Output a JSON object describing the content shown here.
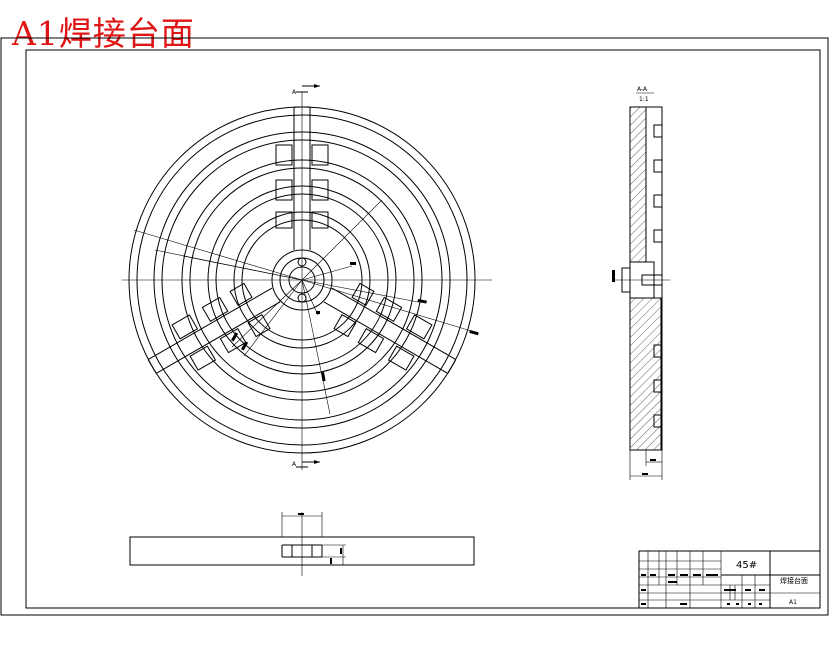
{
  "heading": "A1焊接台面",
  "section": {
    "label_top": "A",
    "label_bottom": "A",
    "view_title": "A-A",
    "view_scale": "1:1"
  },
  "title_block": {
    "material": "45#",
    "drawing_name": "焊接台面",
    "sheet_size": "A1"
  },
  "colors": {
    "heading": "#e01515",
    "line": "#000000",
    "paper": "#ffffff"
  }
}
